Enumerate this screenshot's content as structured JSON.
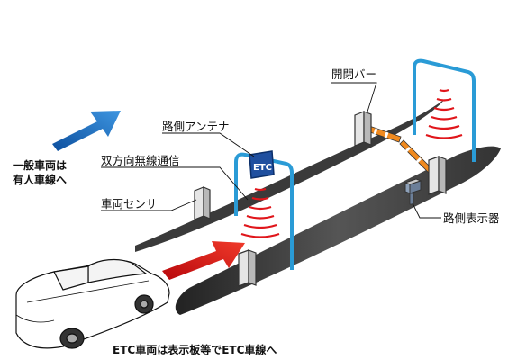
{
  "labels": {
    "barrier": "開閉バー",
    "antenna": "路側アンテナ",
    "radio": "双方向無線通信",
    "sensor": "車両センサ",
    "display": "路側表示器"
  },
  "general_lane": {
    "line1": "一般車両は",
    "line2": "有人車線へ"
  },
  "etc_sign": "ETC",
  "caption": "ETC車両は表示板等でETC車線へ",
  "colors": {
    "general_arrow": "#1a6fc4",
    "etc_arrow": "#e0161b",
    "radio_wave": "#e0161b",
    "gantry": "#2a9bd6",
    "lane": "#4a4a4a",
    "sign": "#1f4f9f"
  }
}
